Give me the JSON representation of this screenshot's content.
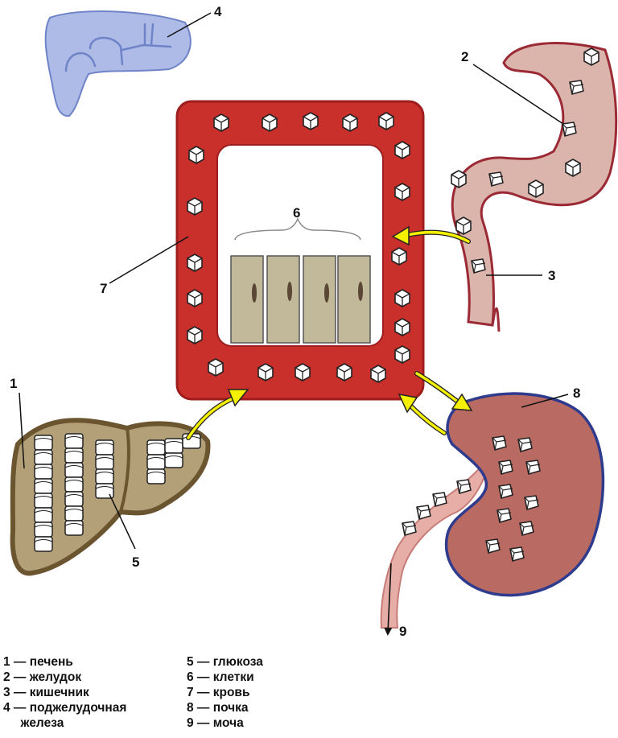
{
  "labels": {
    "n1": "1",
    "n2": "2",
    "n3": "3",
    "n4": "4",
    "n5": "5",
    "n6": "6",
    "n7": "7",
    "n8": "8",
    "n9": "9"
  },
  "legend": {
    "left": [
      {
        "text": "1 — печень"
      },
      {
        "text": "2 — желудок"
      },
      {
        "text": "3 — кишечник"
      },
      {
        "text": "4 — поджелудочная"
      },
      {
        "text": "     железа"
      }
    ],
    "right": [
      {
        "text": "5 — глюкоза"
      },
      {
        "text": "6 — клетки"
      },
      {
        "text": "7 — кровь"
      },
      {
        "text": "8 — почка"
      },
      {
        "text": "9 — моча"
      }
    ]
  },
  "colors": {
    "blood": "#c9302c",
    "blood_dark": "#9e1d1d",
    "cells": "#c2b89a",
    "liver": "#b4a078",
    "liver_outline": "#6b5430",
    "stomach": "#dbb5ac",
    "stomach_outline": "#9b2a35",
    "pancreas": "#aebbe6",
    "pancreas_outline": "#6f84c8",
    "kidney": "#b96a62",
    "kidney_outline": "#2f3b8c",
    "arrow": "#f4f000"
  }
}
